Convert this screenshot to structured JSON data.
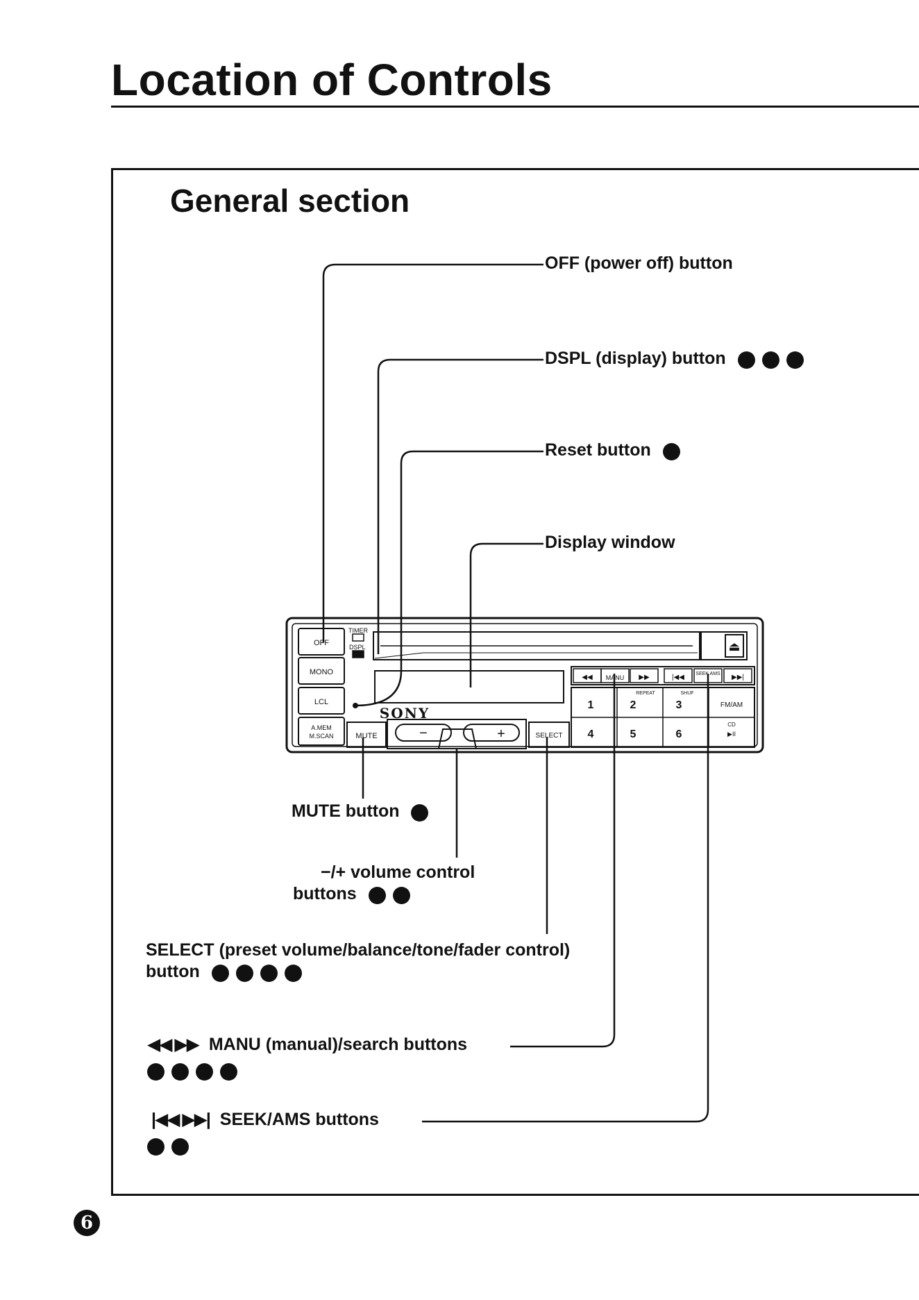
{
  "page": {
    "title": "Location of Controls",
    "section_title": "General section",
    "page_number": "6"
  },
  "callouts": {
    "off": {
      "label": "OFF (power off) button",
      "dots": 0
    },
    "dspl": {
      "label": "DSPL (display) button",
      "dots": 3
    },
    "reset": {
      "label": "Reset button",
      "dots": 1
    },
    "display_window": {
      "label": "Display window",
      "dots": 0
    },
    "mute": {
      "label": "MUTE button",
      "dots": 1
    },
    "volume": {
      "line1": "−/+ volume control",
      "line2": "buttons",
      "dots": 2
    },
    "select": {
      "line1": "SELECT (preset volume/balance/tone/fader control)",
      "line2": "button",
      "dots": 4
    },
    "manu": {
      "symbols": "◀◀ ▶▶",
      "label": "MANU (manual)/search buttons",
      "dots": 4
    },
    "seek": {
      "symbols": "|◀◀ ▶▶|",
      "label": "SEEK/AMS buttons",
      "dots": 2
    }
  },
  "unit": {
    "brand": "SONY",
    "left_buttons": [
      "OFF",
      "MONO",
      "LCL"
    ],
    "amem_line1": "A.MEM",
    "amem_line2": "M.SCAN",
    "timer": "TIMER",
    "dspl": "DSPL",
    "mute": "MUTE",
    "volume_minus": "−",
    "volume_plus": "+",
    "select": "SELECT",
    "manu": "MANU",
    "seek": "SEEK AMS",
    "repeat": "REPEAT",
    "shuf": "SHUF",
    "presets": [
      "1",
      "2",
      "3",
      "4",
      "5",
      "6"
    ],
    "fm_am": "FM/AM",
    "cd_line1": "CD",
    "cd_line2": "▶II",
    "transport_left": [
      "◀◀",
      "▶▶"
    ],
    "transport_right": [
      "|◀◀",
      "▶▶|"
    ],
    "eject": "⏏"
  }
}
